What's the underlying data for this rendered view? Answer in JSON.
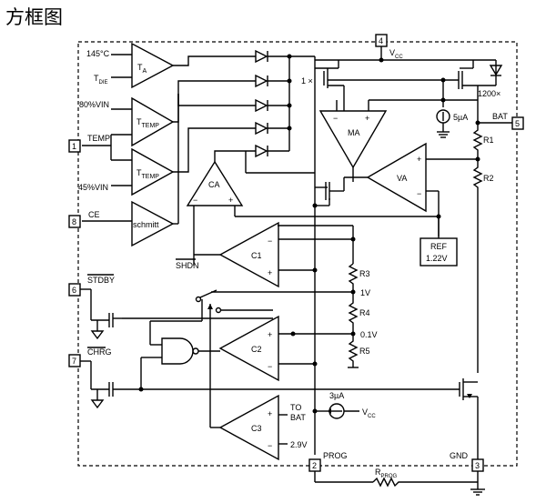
{
  "heading": "方框图",
  "pins": {
    "p1": "1",
    "p2": "2",
    "p3": "3",
    "p4": "4",
    "p5": "5",
    "p6": "6",
    "p7": "7",
    "p8": "8"
  },
  "inputs": {
    "t145": "145°C",
    "tdie": "T",
    "tdie_sub": "DIE",
    "vin80": "80%VIN",
    "temp": "TEMP",
    "vin45": "45%VIN",
    "ce": "CE",
    "stdby": "STDBY",
    "chrg": "CHRG",
    "shdn": "SHDN"
  },
  "blocks": {
    "ta": "T",
    "ta_sub": "A",
    "ttemp1": "T",
    "ttemp1_sub": "TEMP",
    "ttemp2": "T",
    "ttemp2_sub": "TEMP",
    "schmitt": "schmitt",
    "ca": "CA",
    "ma": "MA",
    "va": "VA",
    "c1": "C1",
    "c2": "C2",
    "c3": "C3",
    "ref_line1": "REF",
    "ref_line2": "1.22V"
  },
  "labels": {
    "vcc_top": "V",
    "vcc_top_sub": "CC",
    "one_x": "1 ×",
    "x1200": "1200×",
    "five_ua": "5µA",
    "bat": "BAT",
    "r1": "R1",
    "r2": "R2",
    "r3": "R3",
    "r4": "R4",
    "r5": "R5",
    "v1": "1V",
    "v01": "0.1V",
    "to": "TO",
    "to_bat": "BAT",
    "v29": "2.9V",
    "three_ua": "3µA",
    "vcc_src": "V",
    "vcc_src_sub": "CC",
    "prog": "PROG",
    "gnd": "GND",
    "rprog": "R",
    "rprog_sub": "PROG"
  }
}
